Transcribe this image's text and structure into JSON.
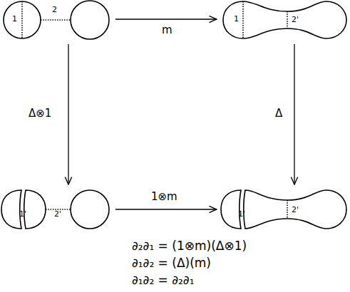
{
  "diagram": {
    "nodes": [
      {
        "text": [
          "1",
          "2"
        ]
      },
      {
        "text": [
          "1",
          "2'"
        ]
      },
      {
        "text": [
          "1'",
          "2'"
        ]
      },
      {
        "text": [
          "1'",
          "2'"
        ]
      }
    ],
    "edges": [
      {
        "from": 0,
        "to": 1,
        "arrow": "to",
        "label": "m"
      },
      {
        "from": 0,
        "to": 2,
        "arrow": "to",
        "label": "Δ⊗1"
      },
      {
        "from": 1,
        "to": 3,
        "arrow": "to",
        "label": "Δ"
      },
      {
        "from": 2,
        "to": 3,
        "arrow": "to",
        "label": "1⊗m"
      }
    ],
    "labels": [
      "∂₂∂₁ = (1⊗m)(Δ⊗1)",
      "∂₁∂₂ = (Δ)(m)",
      "∂₁∂₂ = ∂₂∂₁"
    ]
  }
}
